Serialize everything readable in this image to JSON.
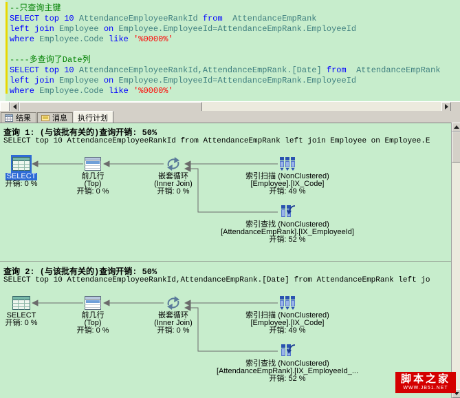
{
  "editor": {
    "lines": [
      {
        "s": [
          {
            "t": "--只查询主键"
          }
        ]
      },
      {
        "s": [
          {
            "t": "SELECT top 10 "
          },
          {
            "t": "AttendanceEmployeeRankId "
          },
          {
            "t": "from "
          },
          {
            "t": " AttendanceEmpRank"
          }
        ]
      },
      {
        "s": [
          {
            "t": "left join "
          },
          {
            "t": "Employee "
          },
          {
            "t": "on "
          },
          {
            "t": "Employee.EmployeeId=AttendanceEmpRank.EmployeeId"
          }
        ]
      },
      {
        "s": [
          {
            "t": "where "
          },
          {
            "t": "Employee.Code "
          },
          {
            "t": "like "
          },
          {
            "t": "'%0000%'"
          }
        ]
      },
      {
        "s": [
          {
            "t": ""
          }
        ]
      },
      {
        "s": [
          {
            "t": "----多查询了Date列"
          }
        ]
      },
      {
        "s": [
          {
            "t": "SELECT top 10 "
          },
          {
            "t": "AttendanceEmployeeRankId,AttendanceEmpRank.[Date] "
          },
          {
            "t": "from "
          },
          {
            "t": " AttendanceEmpRank"
          }
        ]
      },
      {
        "s": [
          {
            "t": "left join "
          },
          {
            "t": "Employee "
          },
          {
            "t": "on "
          },
          {
            "t": "Employee.EmployeeId=AttendanceEmpRank.EmployeeId"
          }
        ]
      },
      {
        "s": [
          {
            "t": "where "
          },
          {
            "t": "Employee.Code "
          },
          {
            "t": "like "
          },
          {
            "t": "'%0000%'"
          }
        ]
      }
    ]
  },
  "results": {
    "tabs": [
      {
        "label": "结果",
        "icon": "grid-icon"
      },
      {
        "label": "消息",
        "icon": "message-icon"
      },
      {
        "label": "执行计划",
        "icon": "none"
      }
    ]
  },
  "plan": {
    "sections": [
      {
        "header": "查询 1: (与该批有关的)查询开销: 50%",
        "sql": "SELECT top 10 AttendanceEmployeeRankId from AttendanceEmpRank left join Employee on Employee.E",
        "nodes": {
          "select": {
            "name": "SELECT",
            "cost": "开销: 0 %",
            "icon": "result-icon",
            "selected": "true"
          },
          "top": {
            "name": "前几行",
            "sub": "(Top)",
            "cost": "开销: 0 %",
            "icon": "top-icon"
          },
          "loop": {
            "name": "嵌套循环",
            "sub": "(Inner Join)",
            "cost": "开销: 0 %",
            "icon": "nested-loop-icon"
          },
          "scan": {
            "name": "索引扫描 (NonClustered)",
            "sub": "[Employee].[IX_Code]",
            "cost": "开销: 49 %",
            "icon": "index-scan-icon"
          },
          "seek": {
            "name": "索引查找 (NonClustered)",
            "sub": "[AttendanceEmpRank].[IX_EmployeeId]",
            "cost": "开销: 52 %",
            "icon": "index-seek-icon"
          }
        }
      },
      {
        "header": "查询 2: (与该批有关的)查询开销: 50%",
        "sql": "SELECT top 10 AttendanceEmployeeRankId,AttendanceEmpRank.[Date] from AttendanceEmpRank left jo",
        "nodes": {
          "select": {
            "name": "SELECT",
            "cost": "开销: 0 %",
            "icon": "result-icon",
            "selected": "false"
          },
          "top": {
            "name": "前几行",
            "sub": "(Top)",
            "cost": "开销: 0 %",
            "icon": "top-icon"
          },
          "loop": {
            "name": "嵌套循环",
            "sub": "(Inner Join)",
            "cost": "开销: 0 %",
            "icon": "nested-loop-icon"
          },
          "scan": {
            "name": "索引扫描 (NonClustered)",
            "sub": "[Employee].[IX_Code]",
            "cost": "开销: 49 %",
            "icon": "index-scan-icon"
          },
          "seek": {
            "name": "索引查找 (NonClustered)",
            "sub": "[AttendanceEmpRank].[IX_EmployeeId_...",
            "cost": "开销: 52 %",
            "icon": "index-seek-icon"
          }
        }
      }
    ]
  },
  "watermark": {
    "title": "脚本之家",
    "site": "WWW.JB51.NET"
  },
  "colors": {
    "editor_bg": "#c7edcc",
    "keyword": "#0000ff",
    "comment": "#008000",
    "string": "#ff0000",
    "identifier": "#3f7f7f",
    "selection": "#2e6bd6",
    "watermark_red": "#d40000"
  }
}
